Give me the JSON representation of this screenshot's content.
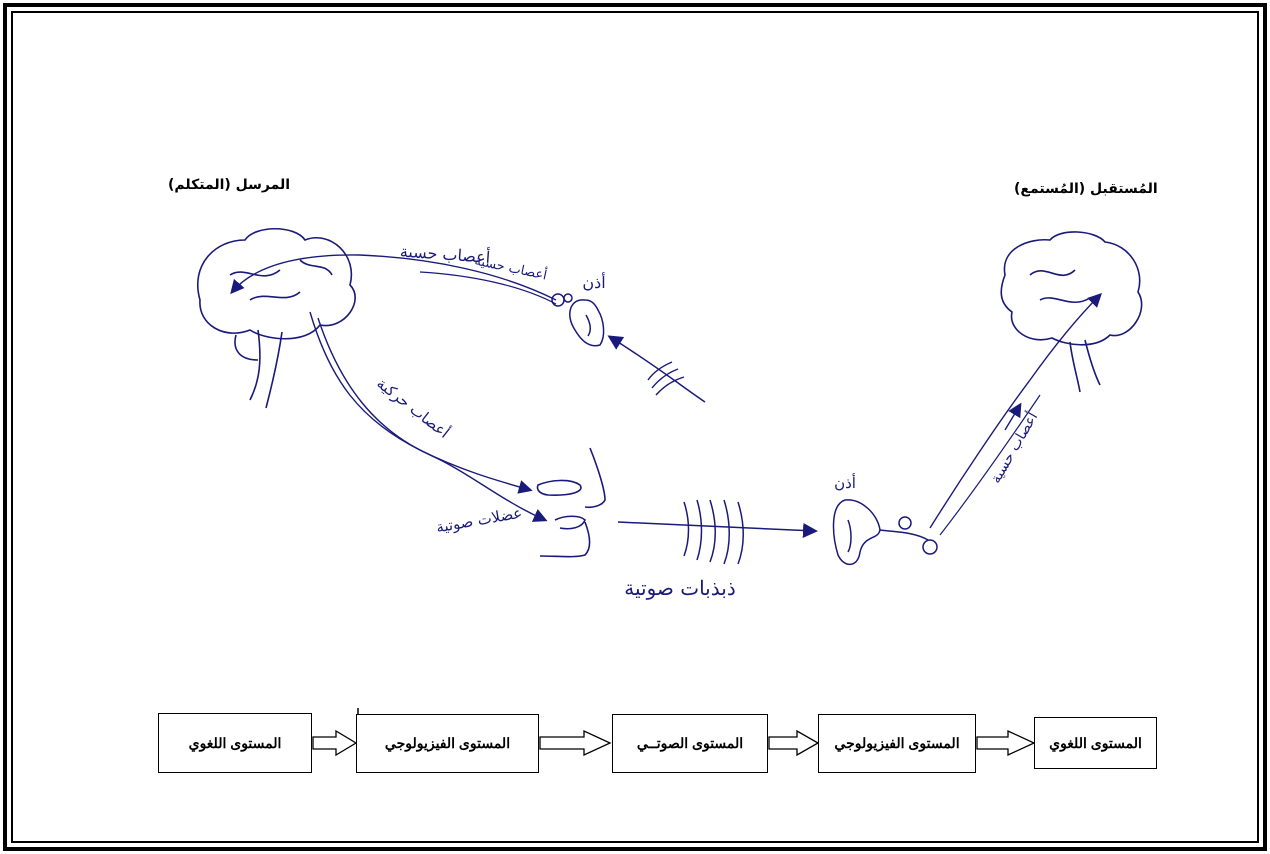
{
  "headings": {
    "speaker": "المرسل (المتكلم)",
    "listener": "المُستقبل (المُستمع)"
  },
  "handwritten_labels": {
    "sensory_nerves_top": "أعصاب حسية",
    "ear_speaker": "أذن",
    "motor_nerves": "أعصاب حركية",
    "vocal_muscles": "عضلات صوتية",
    "sound_vibrations": "ذبذبات صوتية",
    "ear_listener": "أذن",
    "sensory_nerves_listener": "أعصاب حسية"
  },
  "levels": [
    {
      "label": "المستوى اللغوي"
    },
    {
      "label": "المستوى الفيزيولوجي"
    },
    {
      "label": "المستوى الصوتــي"
    },
    {
      "label": "المستوى الفيزيولوجي"
    },
    {
      "label": "المستوى اللغوي"
    }
  ],
  "colors": {
    "ink": "#1a1a7a",
    "frame": "#000000"
  }
}
